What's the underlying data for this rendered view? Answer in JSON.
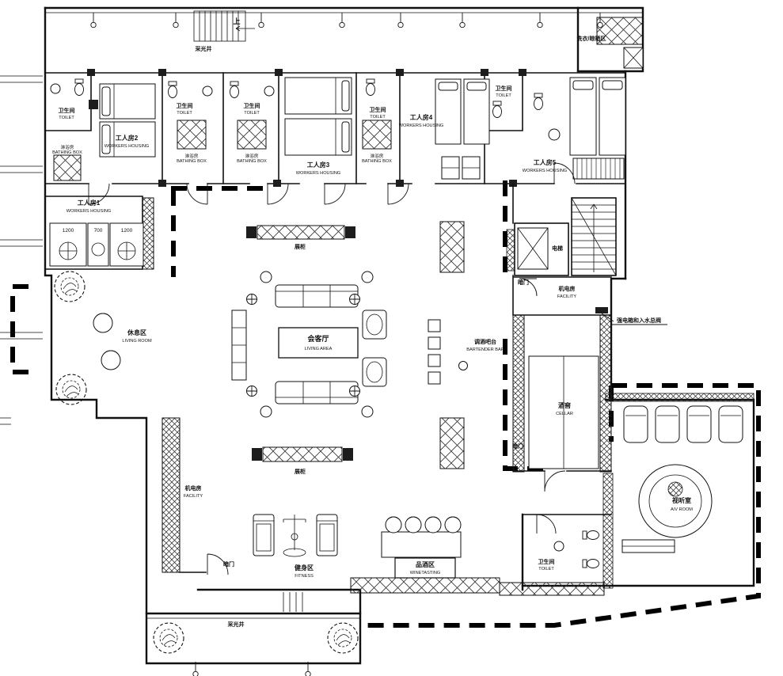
{
  "drawing": {
    "type": "architectural-floor-plan",
    "background": "#ffffff",
    "line_color": "#111111",
    "boundary_style": "thick-dashed-black"
  },
  "labels": {
    "up": "上",
    "light_well_top": "采光井",
    "light_well_bottom": "采光井",
    "laundry": "洗衣/晾晒区",
    "worker_room_1": {
      "zh": "工人房1",
      "en": "WORKERS HOUSING"
    },
    "worker_room_2": {
      "zh": "工人房2",
      "en": "WORKERS HOUSING"
    },
    "worker_room_3": {
      "zh": "工人房3",
      "en": "WORKERS HOUSING"
    },
    "worker_room_4": {
      "zh": "工人房4",
      "en": "WORKERS HOUSING"
    },
    "worker_room_5": {
      "zh": "工人房5",
      "en": "WORKERS HOUSING"
    },
    "toilet": {
      "zh": "卫生间",
      "en": "TOILET"
    },
    "bathing_box": {
      "zh": "淋浴房",
      "en": "BATHING BOX"
    },
    "lounge": {
      "zh": "休息区",
      "en": "LIVING ROOM"
    },
    "living_area": {
      "zh": "会客厅",
      "en": "LIVING AREA"
    },
    "display_cabinet": "展柜",
    "elevator": "电梯",
    "hidden_door": "暗门",
    "facility": {
      "zh": "机电房",
      "en": "FACILITY"
    },
    "bar": {
      "zh": "调酒吧台",
      "en": "BARTENDER BAR"
    },
    "cellar": {
      "zh": "酒窖",
      "en": "CELLAR"
    },
    "av_room": {
      "zh": "视听室",
      "en": "A/V ROOM"
    },
    "fitness": {
      "zh": "健身区",
      "en": "FITNESS"
    },
    "wine_tasting": {
      "zh": "品酒区",
      "en": "WINETASTING"
    },
    "power_note": "强电箱和入水总阀",
    "dims": [
      "1200",
      "700",
      "1200"
    ]
  }
}
